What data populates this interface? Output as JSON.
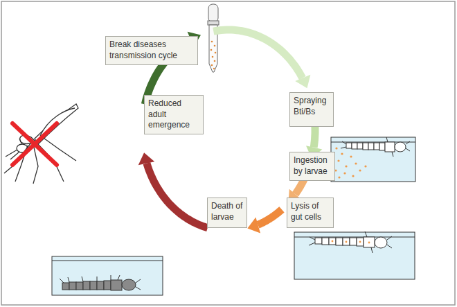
{
  "diagram": {
    "nodes": [
      {
        "text": [
          "Spraying Bti/Bs"
        ]
      },
      {
        "text": [
          "Ingestion by larvae"
        ]
      },
      {
        "text": [
          "Lysis of gut cells"
        ]
      },
      {
        "text": [
          "Death of larvae"
        ]
      },
      {
        "text": [
          "Reduced adult emergence"
        ]
      },
      {
        "text": [
          "Break diseases transmission cycle"
        ]
      }
    ],
    "edges": [
      {
        "from": 0,
        "to": 1,
        "arrow": "to"
      },
      {
        "from": 1,
        "to": 2,
        "arrow": "to"
      },
      {
        "from": 2,
        "to": 3,
        "arrow": "to"
      },
      {
        "from": 3,
        "to": 4,
        "arrow": "to"
      },
      {
        "from": 4,
        "to": 5,
        "arrow": "to"
      },
      {
        "from": 5,
        "to": 0,
        "arrow": "to"
      }
    ]
  }
}
